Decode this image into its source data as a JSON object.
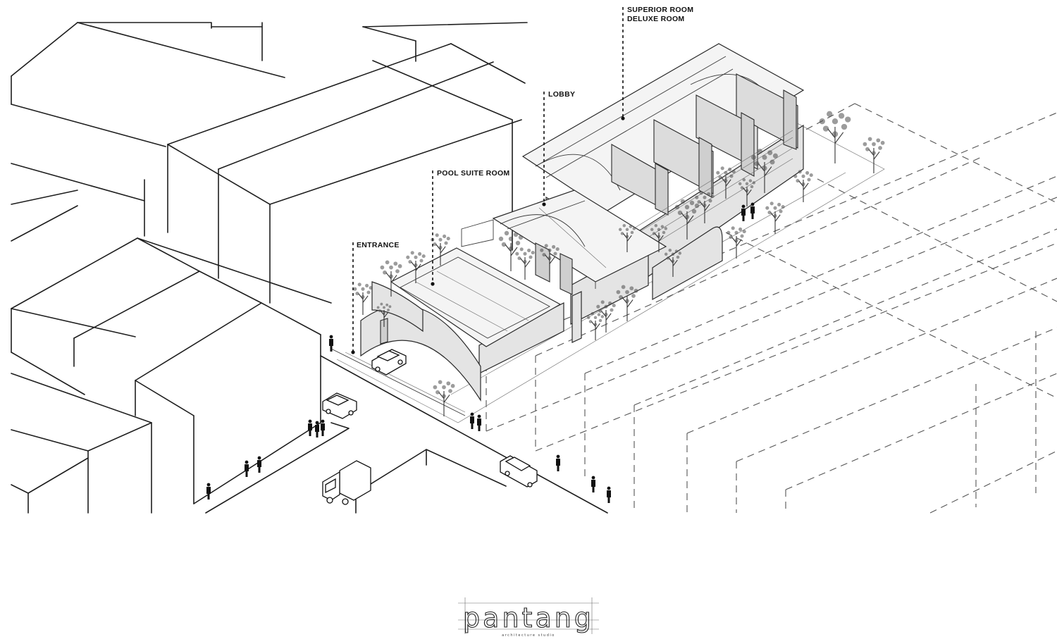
{
  "labels": {
    "superior_room": "SUPERIOR ROOM",
    "deluxe_room": "DELUXE ROOM",
    "lobby": "LOBBY",
    "pool_suite_room": "POOL SUITE ROOM",
    "entrance": "ENTRANCE"
  },
  "logo": {
    "name": "pantang",
    "tagline": "architecture studio"
  },
  "colors": {
    "line": "#1e1e1e",
    "background": "#ffffff",
    "wall_fill": "#e4e4e4"
  }
}
